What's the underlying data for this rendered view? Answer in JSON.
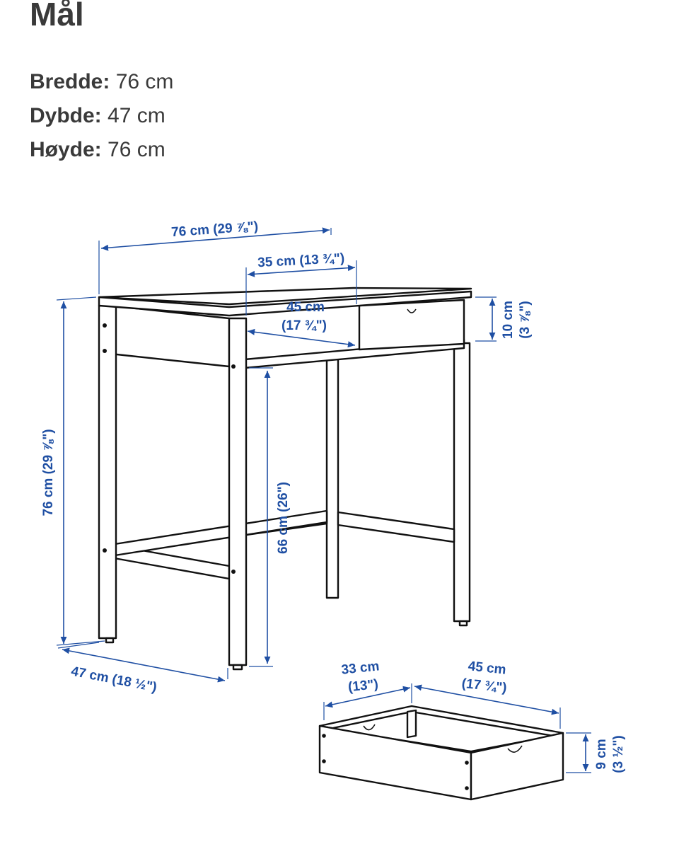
{
  "page": {
    "title": "Mål"
  },
  "specs": [
    {
      "label": "Bredde:",
      "value": "76 cm"
    },
    {
      "label": "Dybde:",
      "value": "47 cm"
    },
    {
      "label": "Høyde:",
      "value": "76 cm"
    }
  ],
  "diagram": {
    "dims": {
      "top_width": "76 cm (29 ⅞\")",
      "inner_width": "35 cm (13 ¾\")",
      "opening_line1": "45 cm",
      "opening_line2": "(17 ¾\")",
      "drawer_front_line1": "10 cm",
      "drawer_front_line2": "(3 ⅞\")",
      "total_height": "76 cm (29 ⅞\")",
      "clearance_height": "66 cm (26\")",
      "depth": "47 cm (18 ½\")",
      "drawer_width_line1": "33 cm",
      "drawer_width_line2": "(13\")",
      "drawer_depth_line1": "45 cm",
      "drawer_depth_line2": "(17 ¾\")",
      "drawer_height_line1": "9 cm",
      "drawer_height_line2": "(3 ½\")"
    },
    "colors": {
      "dimension": "#1f4fa3",
      "outline": "#111111"
    }
  }
}
